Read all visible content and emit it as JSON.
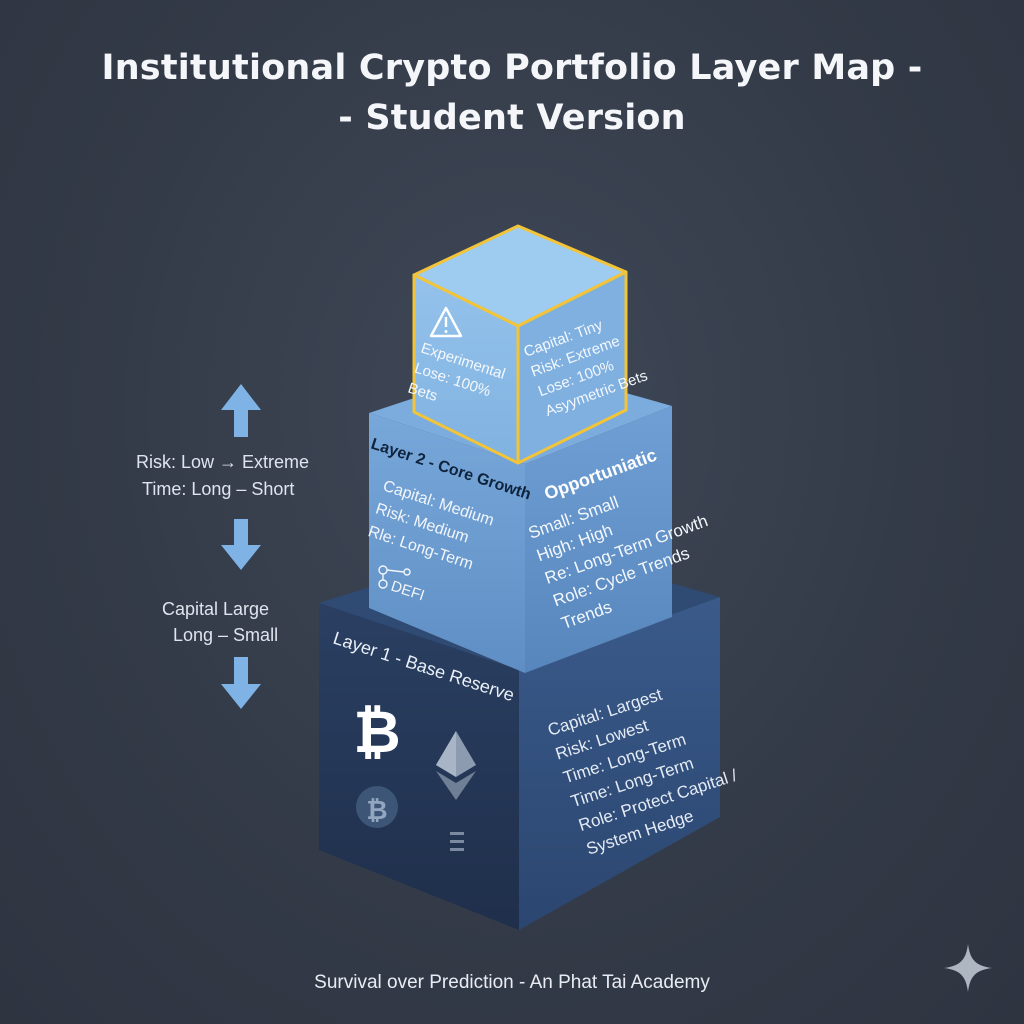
{
  "title": {
    "line1": "Institutional Crypto Portfolio Layer Map -",
    "line2": "- Student Version"
  },
  "legend": {
    "risk": "Risk: Low → Extreme",
    "time": "Time: Long – Short",
    "capital": "Capital Large",
    "long_small": "Long – Small"
  },
  "layer1": {
    "title": "Layer 1 - Base Reserve",
    "lines": [
      "Capital: Largest",
      "Risk: Lowest",
      "Time: Long-Term",
      "Time: Long-Term",
      "Role: Protect Capital /",
      "System Hedge"
    ],
    "icons": [
      "bitcoin-icon",
      "ethereum-icon",
      "bitcoin-coin-icon",
      "stack-icon"
    ]
  },
  "layer2": {
    "title": "Layer 2 - Core Growth",
    "left_lines": [
      "Capital: Medium",
      "Risk: Medium",
      "Rle: Long-Term"
    ],
    "defi_label": "DEFI",
    "right_heading": "Opportuniatic",
    "right_lines": [
      "Small: Small",
      "High: High",
      "Re: Long-Term Growth",
      "Role: Cycle Trends",
      "Trends"
    ]
  },
  "layer3": {
    "left_lines": [
      "Experimental",
      "Lose: 100%",
      "Bets"
    ],
    "right_lines": [
      "Capital: Tiny",
      "Risk: Extreme",
      "Lose: 100%",
      "Asyymetric Bets"
    ],
    "icon": "warning-icon"
  },
  "footer": "Survival over Prediction - An Phat Tai Academy",
  "colors": {
    "background": "#343b48",
    "arrow": "#7fb3e6",
    "top_outline": "#f2c43a",
    "layer1_front": "#26395a",
    "layer2_front": "#6e9fd2",
    "layer3_front": "#8cbbe6"
  }
}
